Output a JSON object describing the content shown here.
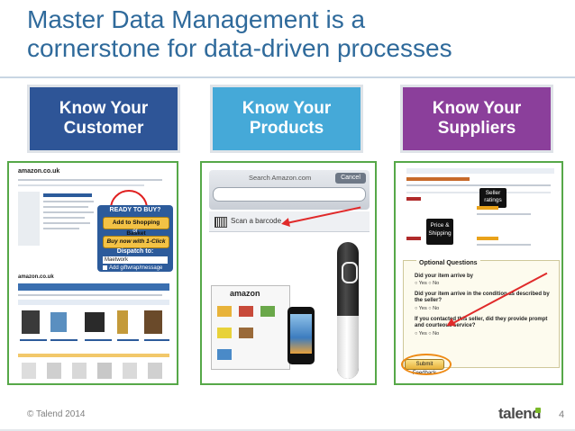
{
  "slide": {
    "title_lines": [
      "Master Data Management is a",
      "cornerstone for data-driven processes"
    ],
    "footer": "© Talend 2014",
    "logo_text": "talend",
    "page_number": "4",
    "accent_color": "#2f6a9b"
  },
  "columns": [
    {
      "heading": "Know Your\nCustomer",
      "color": "#2e5597"
    },
    {
      "heading": "Know Your\nProducts",
      "color": "#45a9d8"
    },
    {
      "heading": "Know Your\nSuppliers",
      "color": "#8b3f9b"
    }
  ],
  "customer_shot": {
    "ready_to_buy": "READY TO BUY?",
    "add_to_basket": "Add to Shopping Basket",
    "or": "or",
    "buy_now": "Buy now with 1-Click",
    "dispatch_to": "Dispatch to:",
    "dispatch_value": "Maetwork",
    "add_gift": "Add giftwrap/message"
  },
  "product_shot": {
    "search_title": "Search Amazon.com",
    "cancel": "Cancel",
    "scan_text": "Scan a barcode",
    "fresh_logo": "amazon"
  },
  "supplier_shot": {
    "seller_ratings": "Seller ratings",
    "price_shipping": "Price & Shipping",
    "optional_questions": "Optional Questions",
    "q1": "Did your item arrive by",
    "q2": "Did your item arrive in the condition as described by the seller?",
    "q3": "If you contacted this seller, did they provide prompt and courteous service?",
    "yes_no": "○ Yes  ○ No",
    "submit": "Submit Feedback"
  }
}
